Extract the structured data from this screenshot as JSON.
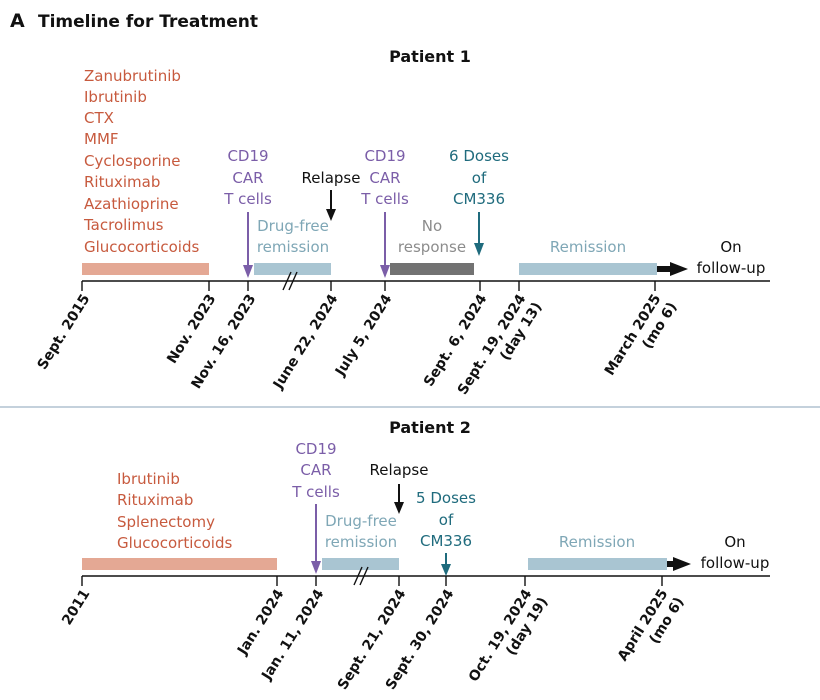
{
  "header": {
    "panel_letter": "A",
    "title": "Timeline for Treatment",
    "separator_color": "#8aa3b8"
  },
  "colors": {
    "drug_text": "#c75a3e",
    "drug_bar": "#e4a894",
    "car_t": "#7b5ea8",
    "cm336": "#1f6b7d",
    "remission_bar": "#a9c5d2",
    "remission_text": "#7fa7b6",
    "no_response_bar": "#727272",
    "no_response_text": "#8c8c8c",
    "axis": "#111111"
  },
  "patients": [
    {
      "title": "Patient 1",
      "prior_drugs": [
        "Zanubrutinib",
        "Ibrutinib",
        "CTX",
        "MMF",
        "Cyclosporine",
        "Rituximab",
        "Azathioprine",
        "Tacrolimus",
        "Glucocorticoids"
      ],
      "dates": [
        {
          "text": "Sept. 2015"
        },
        {
          "text": "Nov. 2023"
        },
        {
          "text": "Nov. 16, 2023"
        },
        {
          "text": "June 22, 2024"
        },
        {
          "text": "July 5, 2024"
        },
        {
          "text": "Sept. 6, 2024"
        },
        {
          "text": "Sept. 19, 2024",
          "sub": "(day 13)"
        },
        {
          "text": "March 2025",
          "sub": "(mo 6)"
        }
      ],
      "car_t_1": [
        "CD19",
        "CAR",
        "T cells"
      ],
      "relapse": "Relapse",
      "car_t_2": [
        "CD19",
        "CAR",
        "T cells"
      ],
      "cm336_dose": [
        "6 Doses",
        "of",
        "CM336"
      ],
      "drug_free": [
        "Drug-free",
        "remission"
      ],
      "no_response": [
        "No",
        "response"
      ],
      "remission": "Remission",
      "follow_up": [
        "On",
        "follow-up"
      ]
    },
    {
      "title": "Patient 2",
      "prior_drugs": [
        "Ibrutinib",
        "Rituximab",
        "Splenectomy",
        "Glucocorticoids"
      ],
      "dates": [
        {
          "text": "2011"
        },
        {
          "text": "Jan. 2024"
        },
        {
          "text": "Jan. 11, 2024"
        },
        {
          "text": "Sept. 21, 2024"
        },
        {
          "text": "Sept. 30, 2024"
        },
        {
          "text": "Oct. 19, 2024",
          "sub": "(day 19)"
        },
        {
          "text": "April 2025",
          "sub": "(mo 6)"
        }
      ],
      "car_t_1": [
        "CD19",
        "CAR",
        "T cells"
      ],
      "relapse": "Relapse",
      "cm336_dose": [
        "5 Doses",
        "of",
        "CM336"
      ],
      "drug_free": [
        "Drug-free",
        "remission"
      ],
      "remission": "Remission",
      "follow_up": [
        "On",
        "follow-up"
      ]
    }
  ]
}
